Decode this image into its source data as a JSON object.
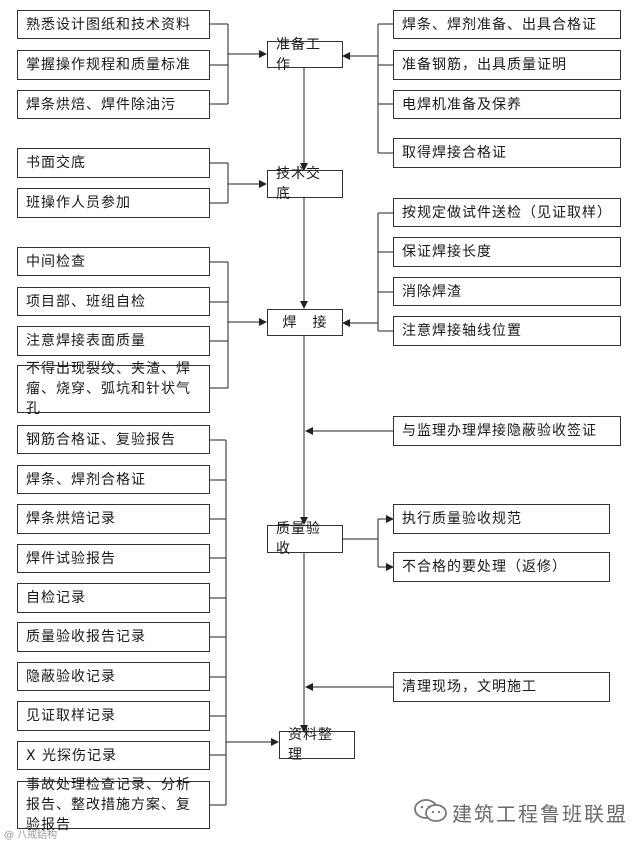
{
  "center": {
    "prep": "准备工作",
    "disclosure": "技术交底",
    "welding": "焊　接",
    "acceptance": "质量验收",
    "archive": "资料整理"
  },
  "left_prep": [
    "熟悉设计图纸和技术资料",
    "掌握操作规程和质量标准",
    "焊条烘焙、焊件除油污"
  ],
  "left_disclosure": [
    "书面交底",
    "班操作人员参加"
  ],
  "left_welding": [
    "中间检查",
    "项目部、班组自检",
    "注意焊接表面质量",
    "不得出现裂纹、夹渣、焊瘤、烧穿、弧坑和针状气孔"
  ],
  "left_records": [
    "钢筋合格证、复验报告",
    "焊条、焊剂合格证",
    "焊条烘焙记录",
    "焊件试验报告",
    "自检记录",
    "质量验收报告记录",
    "隐蔽验收记录",
    "见证取样记录",
    "X 光探伤记录",
    "事故处理检查记录、分析报告、整改措施方案、复验报告"
  ],
  "right_prep": [
    "焊条、焊剂准备、出具合格证",
    "准备钢筋，出具质量证明",
    "电焊机准备及保养",
    "取得焊接合格证"
  ],
  "right_welding": [
    "按规定做试件送检（见证取样）",
    "保证焊接长度",
    "消除焊渣",
    "注意焊接轴线位置"
  ],
  "right_hidden": "与监理办理焊接隐蔽验收签证",
  "right_acceptance": [
    "执行质量验收规范",
    "不合格的要处理（返修）"
  ],
  "right_cleanup": "清理现场，文明施工",
  "watermark": {
    "brand": "建筑工程鲁班联盟",
    "small": "@ 八戒结构"
  }
}
